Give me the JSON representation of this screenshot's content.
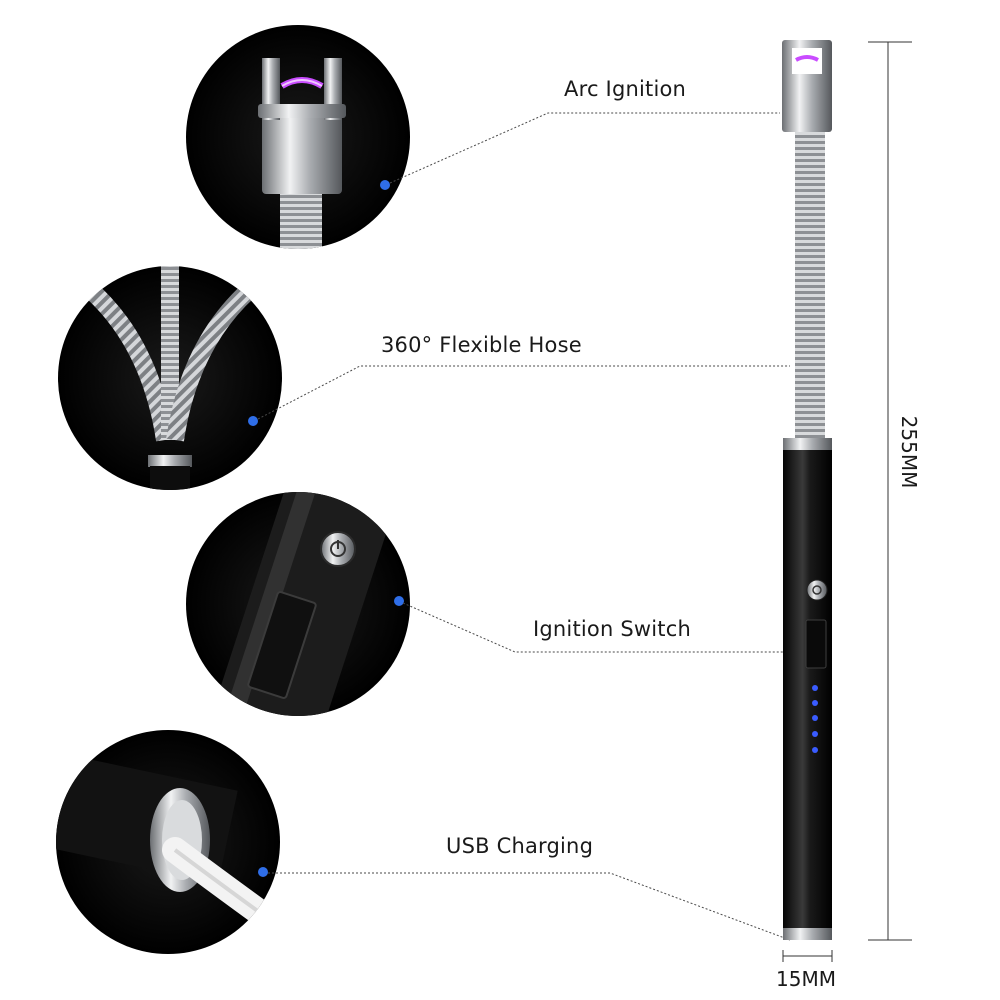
{
  "callouts": [
    {
      "label": "Arc Ignition"
    },
    {
      "label": "360°  Flexible Hose"
    },
    {
      "label": "Ignition Switch"
    },
    {
      "label": "USB Charging"
    }
  ],
  "dimensions": {
    "length": "255MM",
    "width": "15MM"
  },
  "colors": {
    "arc": "#c94cff",
    "callout_dot": "#2f6ee8",
    "battery_led": "#3a5cff",
    "body": "#111111",
    "metal": "#b9bcc0"
  },
  "icons": [
    "power-icon",
    "slider-arrows-icon",
    "battery-led-icon"
  ]
}
